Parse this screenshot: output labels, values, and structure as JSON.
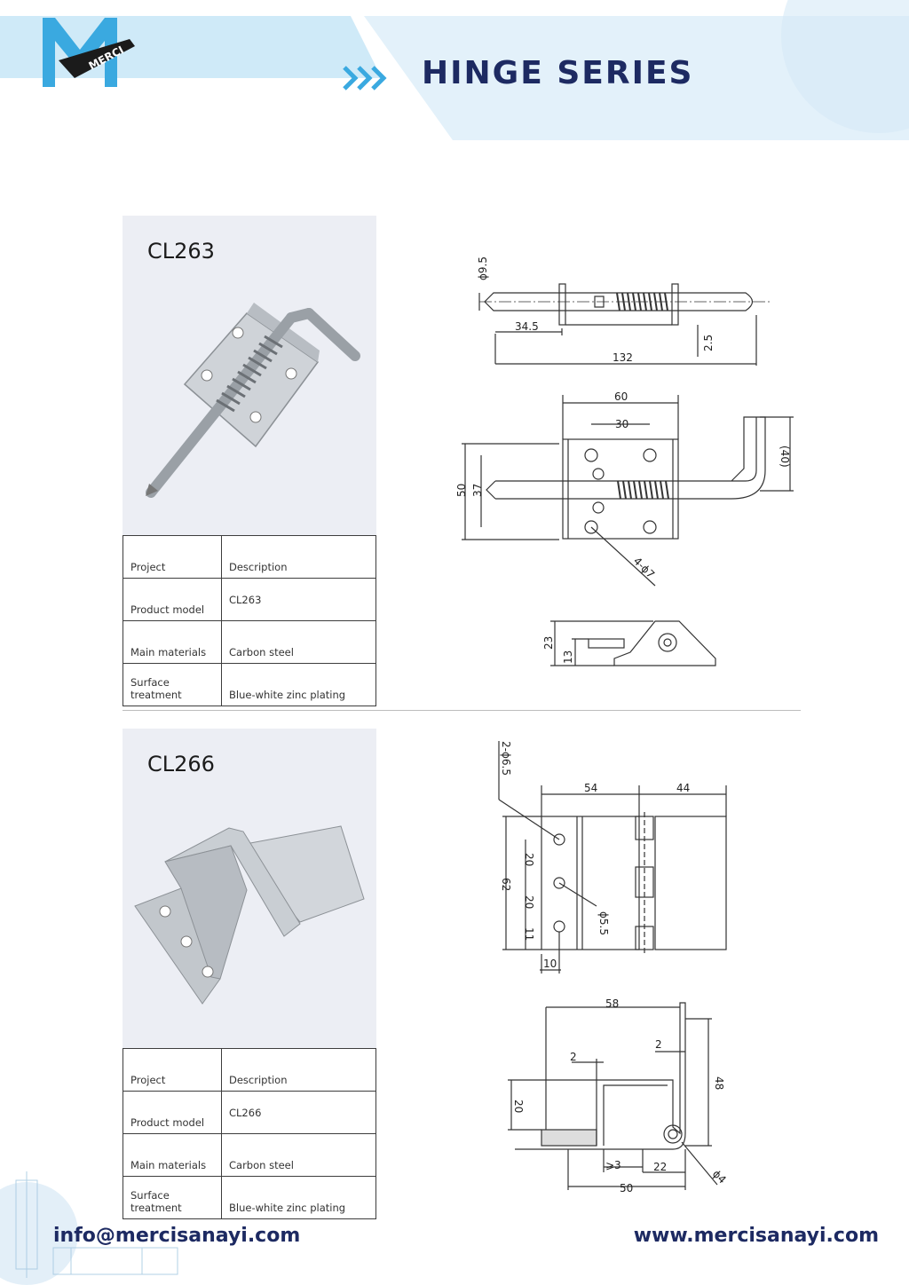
{
  "header": {
    "brand": "MERCI",
    "title": "HINGE SERIES"
  },
  "colors": {
    "brand_navy": "#1d2a62",
    "brand_blue": "#3aa9e0",
    "header_band": "#d9eef9",
    "panel_bg": "#eceef4"
  },
  "products": [
    {
      "model": "CL263",
      "table": {
        "header": [
          "Project",
          "Description"
        ],
        "rows": [
          [
            "Product model",
            "CL263"
          ],
          [
            "Main materials",
            "Carbon steel"
          ],
          [
            "Surface treatment",
            "Blue-white zinc plating"
          ]
        ]
      },
      "dims": {
        "d1": "ϕ9.5",
        "d2": "34.5",
        "d3": "132",
        "d4": "2.5",
        "d5": "60",
        "d6": "30",
        "d7": "50",
        "d8": "37",
        "d9": "(40)",
        "d10": "4-ϕ7",
        "d11": "23",
        "d12": "13"
      }
    },
    {
      "model": "CL266",
      "table": {
        "header": [
          "Project",
          "Description"
        ],
        "rows": [
          [
            "Product model",
            "CL266"
          ],
          [
            "Main materials",
            "Carbon steel"
          ],
          [
            "Surface treatment",
            "Blue-white zinc plating"
          ]
        ]
      },
      "dims": {
        "d1": "2-ϕ6.5",
        "d2": "54",
        "d3": "44",
        "d4": "62",
        "d5": "20",
        "d6": "20",
        "d7": "11",
        "d8": "10",
        "d9": "ϕ5.5",
        "d10": "58",
        "d11": "2",
        "d12": "2",
        "d13": "48",
        "d14": "20",
        "d15": "⩾3",
        "d16": "22",
        "d17": "50",
        "d18": "ϕ4"
      }
    }
  ],
  "footer": {
    "email": "info@mercisanayi.com",
    "website": "www.mercisanayi.com"
  }
}
